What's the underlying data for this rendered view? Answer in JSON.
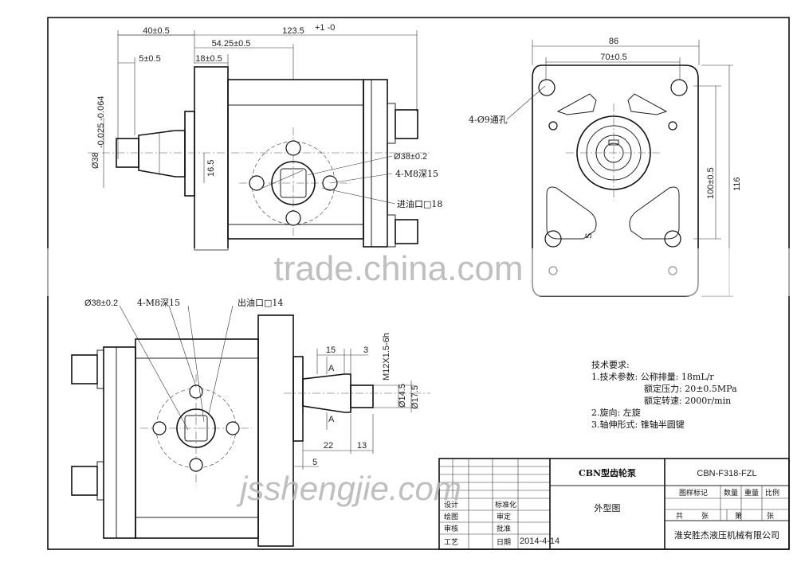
{
  "watermarks": {
    "main": "trade.china.com",
    "bottom": "jsshengjie.com"
  },
  "front_view": {
    "dims": {
      "total": "123.5",
      "total_tol": "+1 -0",
      "flange": "40±0.5",
      "mid": "54.25±0.5",
      "shaft": "5±0.5",
      "body": "18±0.5",
      "height": "16.5",
      "shaft_dia": "Ø38",
      "shaft_tol": "-0.025 -0.064"
    },
    "labels": {
      "port_dia": "Ø38±0.2",
      "thread": "4-M8深15",
      "inlet": "进油口□18"
    }
  },
  "side_view": {
    "dims": {
      "width": "86",
      "hole_pitch": "70±0.5",
      "height_pitch": "100±0.5",
      "height": "116"
    },
    "labels": {
      "holes": "4-Ø9通孔",
      "mark": "S"
    }
  },
  "rear_view": {
    "labels": {
      "port_dia": "Ø38±0.2",
      "thread": "4-M8深15",
      "outlet": "出油口□14"
    },
    "dims": {
      "key_len": "15",
      "key_w": "3",
      "spline": "M12X1.5-6h",
      "d1": "Ø14.5",
      "d2": "Ø17.5",
      "len1": "22",
      "len2": "13",
      "shoulder": "5",
      "section_a": "A",
      "section_a2": "A"
    }
  },
  "tech": {
    "title": "技术要求:",
    "lines": [
      "1.技术参数: 公称排量: 18mL/r",
      "额定压力: 20±0.5MPa",
      "额定转速: 2000r/min",
      "2.旋向: 左旋",
      "3.轴伸形式: 锥轴半圆键"
    ]
  },
  "title_block": {
    "product": "CBN型齿轮泵",
    "drawing_name": "外型图",
    "model": "CBN-F318-FZL",
    "company": "淮安胜杰液压机械有限公司",
    "role_labels": [
      "设计",
      "绘图",
      "审核",
      "工艺"
    ],
    "col_labels": [
      "标准化",
      "审定",
      "批准",
      "日期"
    ],
    "date": "2014-4-14",
    "header_cols": [
      "图样标记",
      "数量",
      "重量",
      "比例"
    ],
    "sheet_labels": [
      "共",
      "张",
      "第",
      "张"
    ]
  }
}
